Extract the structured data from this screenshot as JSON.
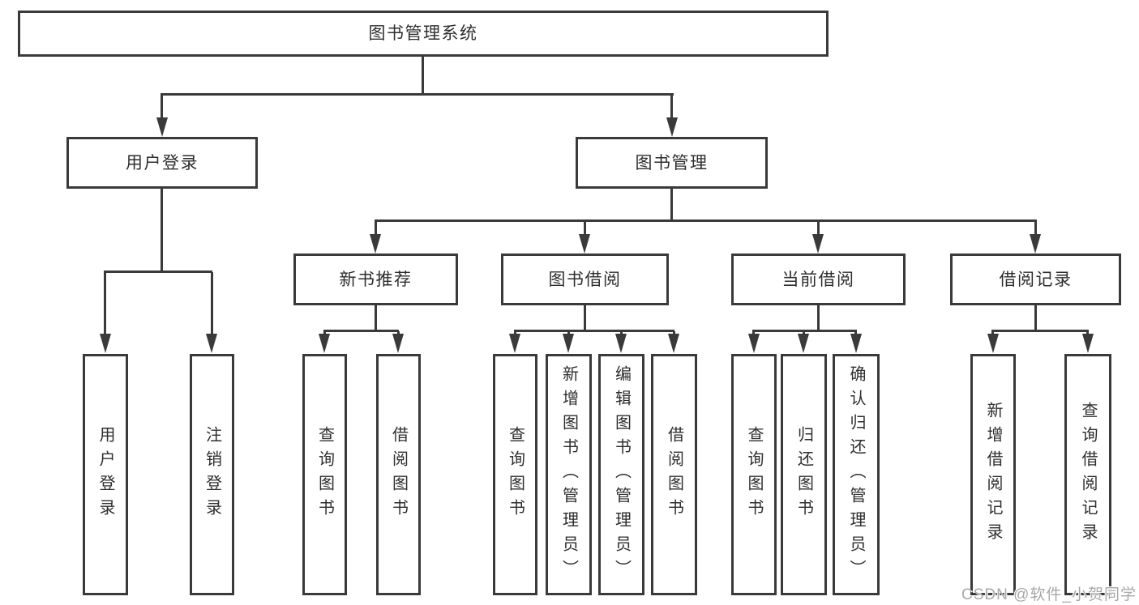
{
  "diagram": {
    "title": {
      "label": "图书管理系统"
    },
    "level2": [
      {
        "label": "用户登录"
      },
      {
        "label": "图书管理"
      }
    ],
    "level3": [
      {
        "label": "新书推荐"
      },
      {
        "label": "图书借阅"
      },
      {
        "label": "当前借阅"
      },
      {
        "label": "借阅记录"
      }
    ],
    "leaves": {
      "user_login": [
        "用户登录",
        "注销登录"
      ],
      "new_book_recommendation": [
        "查询图书",
        "借阅图书"
      ],
      "book_borrowing": [
        "查询图书",
        "新增图书（管理员）",
        "编辑图书（管理员）",
        "借阅图书"
      ],
      "current_borrowing": [
        "查询图书",
        "归还图书",
        "确认归还（管理员）"
      ],
      "borrowing_records": [
        "新增借阅记录",
        "查询借阅记录"
      ]
    },
    "watermark": "CSDN @软件_小贺同学",
    "colors": {
      "line": "#3a3a3a",
      "text": "#2e2e2e",
      "watermark": "#a8a8a8",
      "background": "#ffffff"
    }
  }
}
